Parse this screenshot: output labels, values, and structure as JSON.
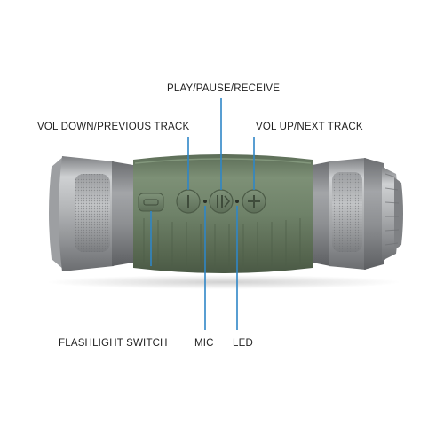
{
  "labels": {
    "play_pause_receive": "PLAY/PAUSE/RECEIVE",
    "vol_down_previous_track": "VOL DOWN/PREVIOUS TRACK",
    "vol_up_next_track": "VOL UP/NEXT TRACK",
    "flashlight_switch": "FLASHLIGHT SWITCH",
    "mic": "MIC",
    "led": "LED"
  },
  "colors": {
    "callout_line": "#2f86c6",
    "rubber_body": "#6c7f66",
    "metal": "#a9abad"
  },
  "icons": {
    "flashlight_switch": "flashlight-switch-icon",
    "vol_down": "minus-button-icon",
    "play_pause": "play-pause-button-icon",
    "vol_up": "plus-button-icon"
  }
}
